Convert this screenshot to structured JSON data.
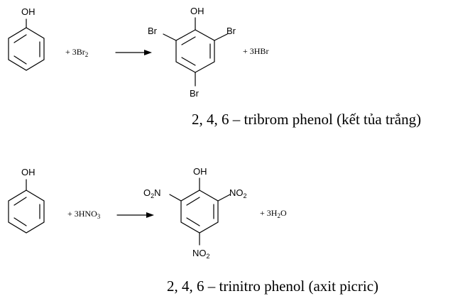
{
  "reactions": [
    {
      "reactant": {
        "substituent": "OH"
      },
      "reagent": {
        "prefix": "+ 3Br",
        "subscript": "2"
      },
      "product": {
        "substituents": {
          "top": "OH",
          "left": "Br",
          "right": "Br",
          "bottom": "Br"
        }
      },
      "byproduct": {
        "prefix": "+ 3HBr",
        "subscript": "",
        "suffix": ""
      },
      "caption": "2, 4, 6 – tribrom phenol (kết tủa trắng)"
    },
    {
      "reactant": {
        "substituent": "OH"
      },
      "reagent": {
        "prefix": "+ 3HNO",
        "subscript": "3"
      },
      "product": {
        "substituents": {
          "top": "OH",
          "left": {
            "pre": "O",
            "sub": "2",
            "post": "N"
          },
          "right": {
            "pre": "NO",
            "sub": "2",
            "post": ""
          },
          "bottom": {
            "pre": "NO",
            "sub": "2",
            "post": ""
          }
        }
      },
      "byproduct": {
        "prefix": "+ 3H",
        "subscript": "2",
        "suffix": "O"
      },
      "caption": "2, 4, 6 – trinitro phenol (axit picric)"
    }
  ]
}
